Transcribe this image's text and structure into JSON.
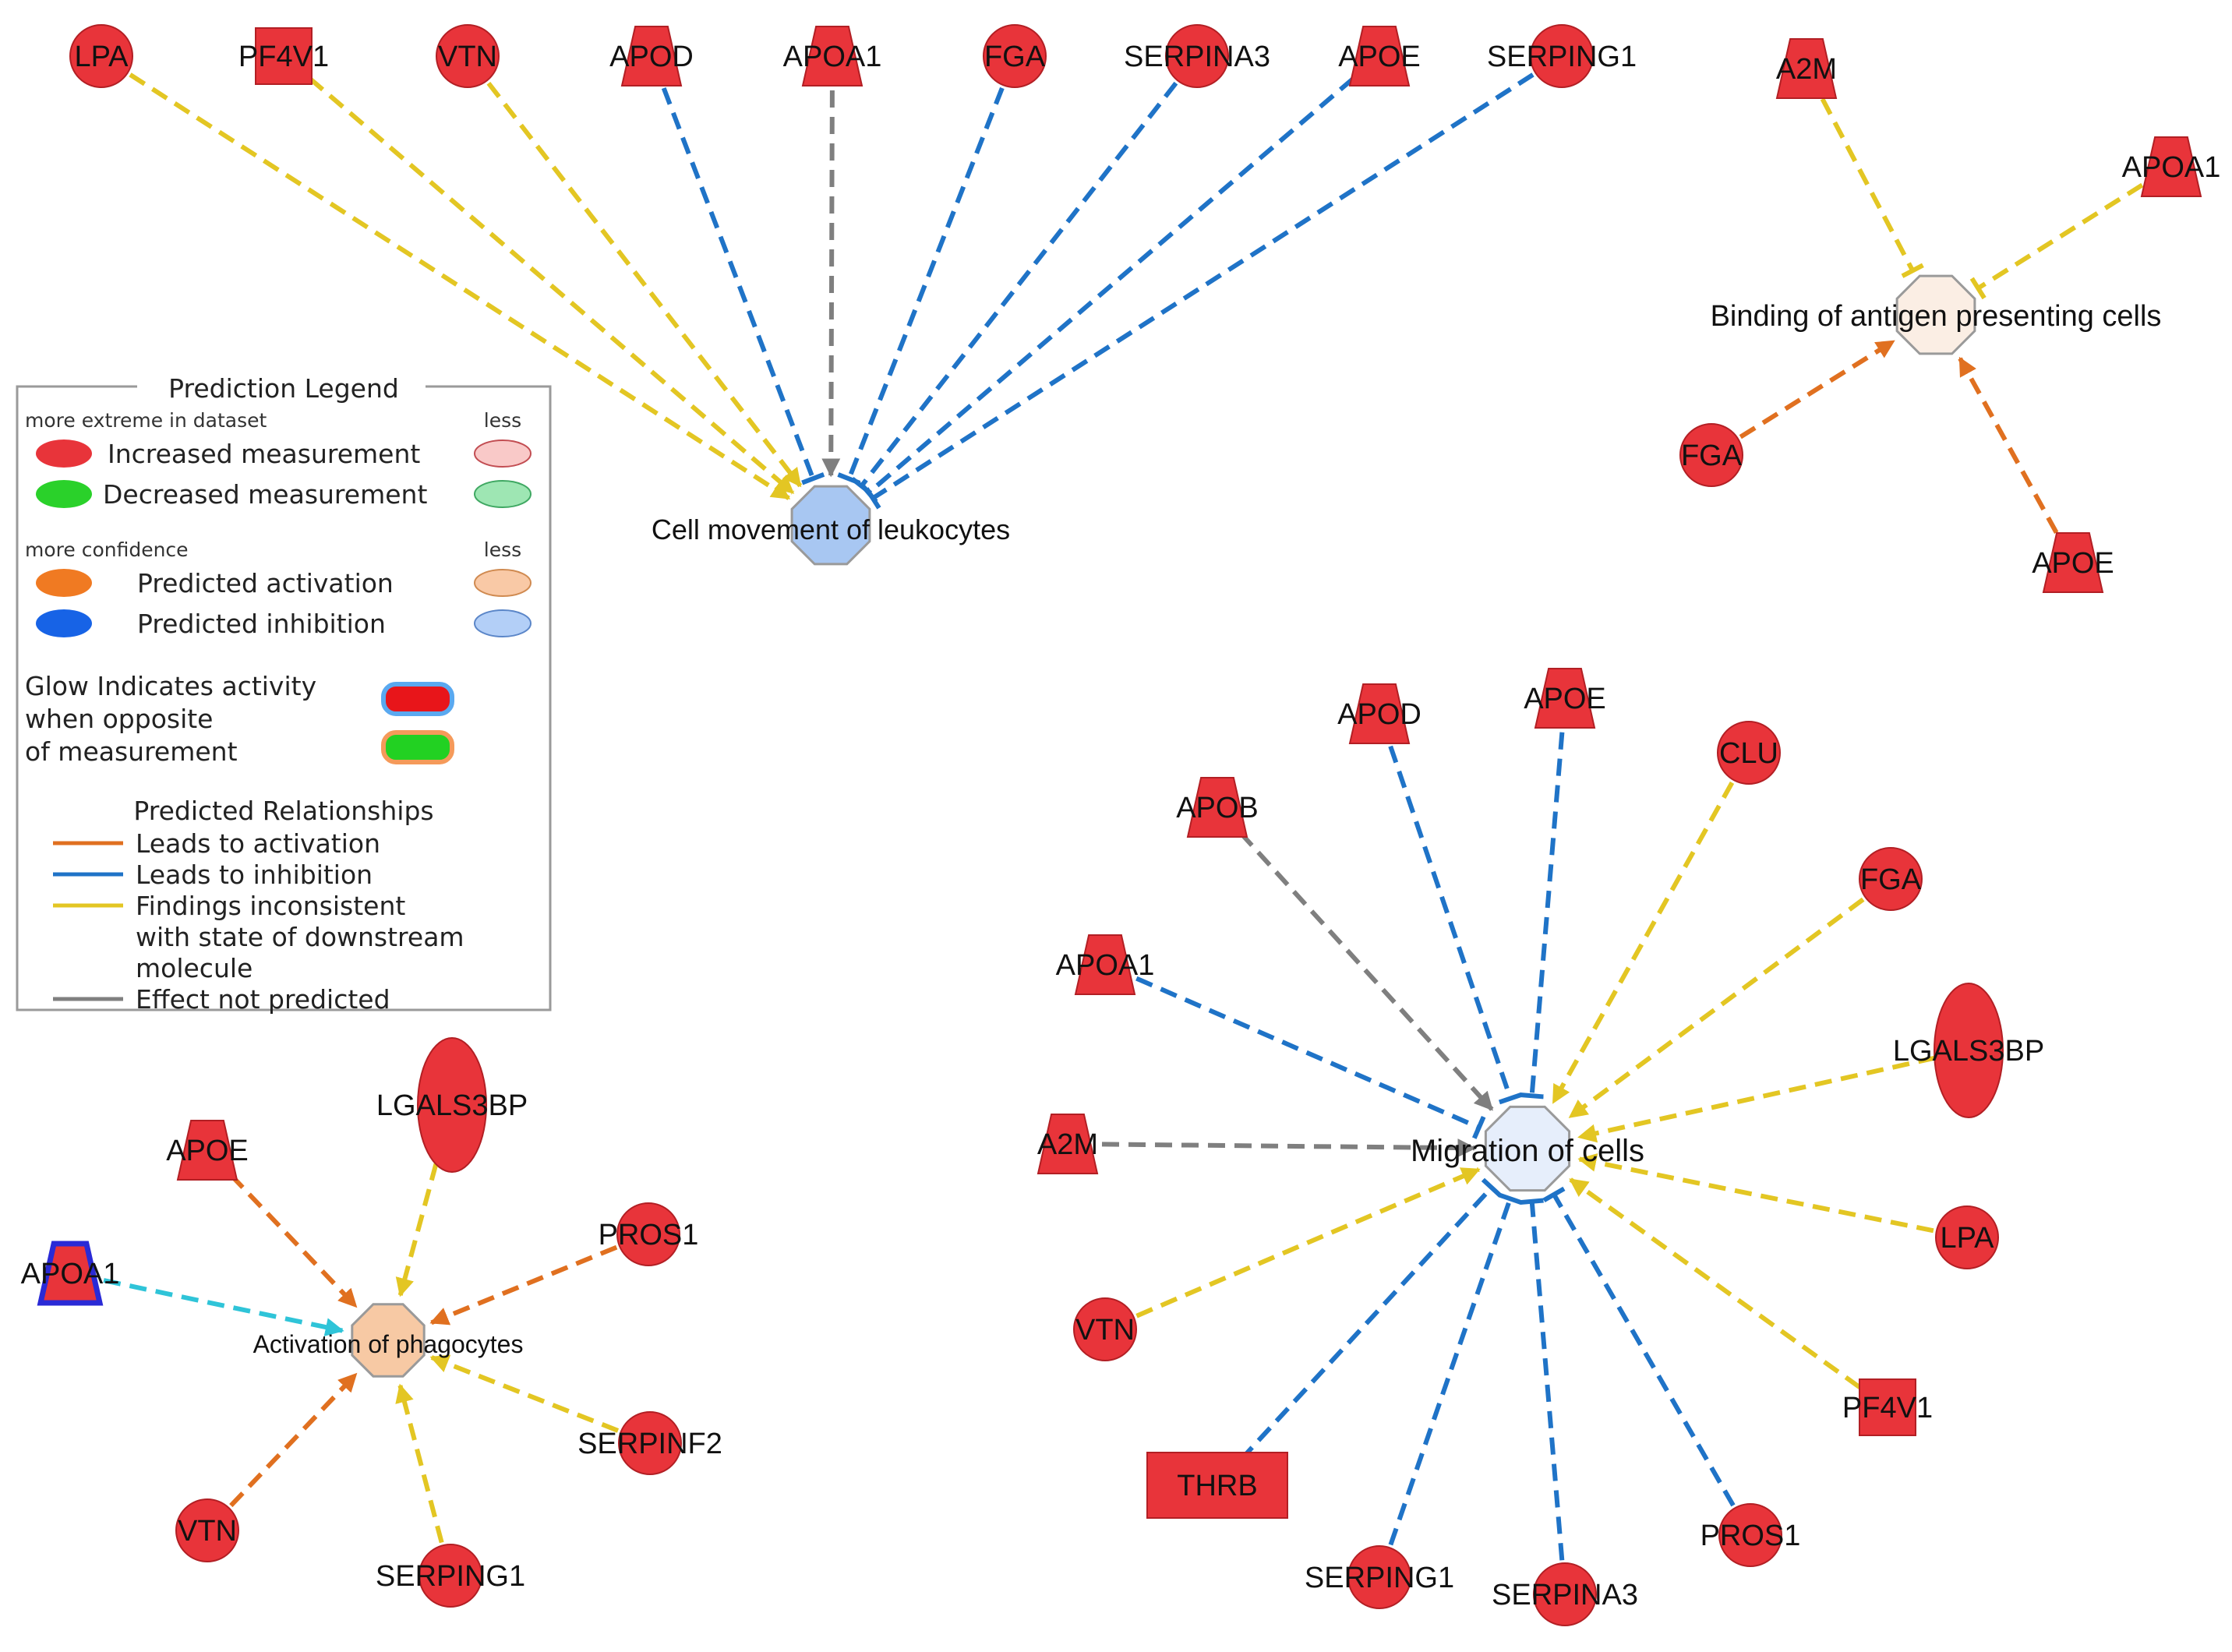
{
  "colors": {
    "node_fill": "#e8343a",
    "node_stroke": "#b21f24",
    "edge_activation": "#e07020",
    "edge_inhibition": "#1f73c7",
    "edge_inconsistent": "#e3c623",
    "edge_not_predicted": "#7f7f7f",
    "edge_cyan": "#2fc4d8",
    "hub_inhibition_fill": "#a8c7f2",
    "hub_activation_fill": "#f7c9a4",
    "hub_light_fill": "#fbeee4",
    "hub_neutral_fill": "#e6eefb"
  },
  "networks": [
    {
      "id": "cell-movement",
      "hub": {
        "label": "Cell movement of leukocytes",
        "state": "predicted-inhibition"
      },
      "nodes": [
        {
          "label": "LPA",
          "shape": "circle",
          "edge": "inconsistent"
        },
        {
          "label": "PF4V1",
          "shape": "square",
          "edge": "inconsistent"
        },
        {
          "label": "VTN",
          "shape": "circle",
          "edge": "inconsistent"
        },
        {
          "label": "APOD",
          "shape": "trapezoid",
          "edge": "inhibition"
        },
        {
          "label": "APOA1",
          "shape": "trapezoid",
          "edge": "not-predicted"
        },
        {
          "label": "FGA",
          "shape": "circle",
          "edge": "inhibition"
        },
        {
          "label": "SERPINA3",
          "shape": "circle",
          "edge": "inhibition"
        },
        {
          "label": "APOE",
          "shape": "trapezoid",
          "edge": "inhibition"
        },
        {
          "label": "SERPING1",
          "shape": "circle",
          "edge": "inhibition"
        }
      ]
    },
    {
      "id": "binding",
      "hub": {
        "label": "Binding of antigen presenting cells",
        "state": "predicted-activation-weak"
      },
      "nodes": [
        {
          "label": "A2M",
          "shape": "trapezoid",
          "edge": "inconsistent"
        },
        {
          "label": "APOA1",
          "shape": "trapezoid",
          "edge": "inconsistent"
        },
        {
          "label": "FGA",
          "shape": "circle",
          "edge": "activation"
        },
        {
          "label": "APOE",
          "shape": "trapezoid",
          "edge": "activation"
        }
      ]
    },
    {
      "id": "migration",
      "hub": {
        "label": "Migration of cells",
        "state": "not-predicted"
      },
      "nodes": [
        {
          "label": "APOD",
          "shape": "trapezoid",
          "edge": "inhibition"
        },
        {
          "label": "APOE",
          "shape": "trapezoid",
          "edge": "inhibition"
        },
        {
          "label": "CLU",
          "shape": "circle",
          "edge": "inconsistent"
        },
        {
          "label": "APOB",
          "shape": "trapezoid",
          "edge": "not-predicted"
        },
        {
          "label": "FGA",
          "shape": "circle",
          "edge": "inconsistent"
        },
        {
          "label": "APOA1",
          "shape": "trapezoid",
          "edge": "inhibition"
        },
        {
          "label": "LGALS3BP",
          "shape": "ellipse",
          "edge": "inconsistent"
        },
        {
          "label": "A2M",
          "shape": "trapezoid",
          "edge": "not-predicted"
        },
        {
          "label": "LPA",
          "shape": "circle",
          "edge": "inconsistent"
        },
        {
          "label": "VTN",
          "shape": "circle",
          "edge": "inconsistent"
        },
        {
          "label": "PF4V1",
          "shape": "square",
          "edge": "inconsistent"
        },
        {
          "label": "THRB",
          "shape": "rectangle",
          "edge": "inhibition"
        },
        {
          "label": "PROS1",
          "shape": "circle",
          "edge": "inhibition"
        },
        {
          "label": "SERPING1",
          "shape": "circle",
          "edge": "inhibition"
        },
        {
          "label": "SERPINA3",
          "shape": "circle",
          "edge": "inhibition"
        }
      ]
    },
    {
      "id": "phagocytes",
      "hub": {
        "label": "Activation of phagocytes",
        "state": "predicted-activation"
      },
      "nodes": [
        {
          "label": "LGALS3BP",
          "shape": "ellipse",
          "edge": "inconsistent"
        },
        {
          "label": "APOE",
          "shape": "trapezoid",
          "edge": "activation"
        },
        {
          "label": "PROS1",
          "shape": "circle",
          "edge": "activation"
        },
        {
          "label": "APOA1",
          "shape": "trapezoid",
          "edge": "cyan"
        },
        {
          "label": "SERPINF2",
          "shape": "circle",
          "edge": "inconsistent"
        },
        {
          "label": "VTN",
          "shape": "circle",
          "edge": "activation"
        },
        {
          "label": "SERPING1",
          "shape": "circle",
          "edge": "inconsistent"
        }
      ]
    }
  ],
  "legend": {
    "title": "Prediction Legend",
    "extreme_label": "more extreme in dataset",
    "less_label": "less",
    "increased": "Increased measurement",
    "decreased": "Decreased measurement",
    "confidence_label": "more confidence",
    "activation": "Predicted activation",
    "inhibition": "Predicted inhibition",
    "glow_line1": "Glow Indicates activity",
    "glow_line2": "when opposite",
    "glow_line3": "of measurement",
    "relationships_title": "Predicted Relationships",
    "rel_activation": "Leads to activation",
    "rel_inhibition": "Leads to inhibition",
    "rel_inconsistent_1": "Findings inconsistent",
    "rel_inconsistent_2": "with state of downstream",
    "rel_inconsistent_3": "molecule",
    "rel_not_predicted": "Effect not predicted"
  }
}
